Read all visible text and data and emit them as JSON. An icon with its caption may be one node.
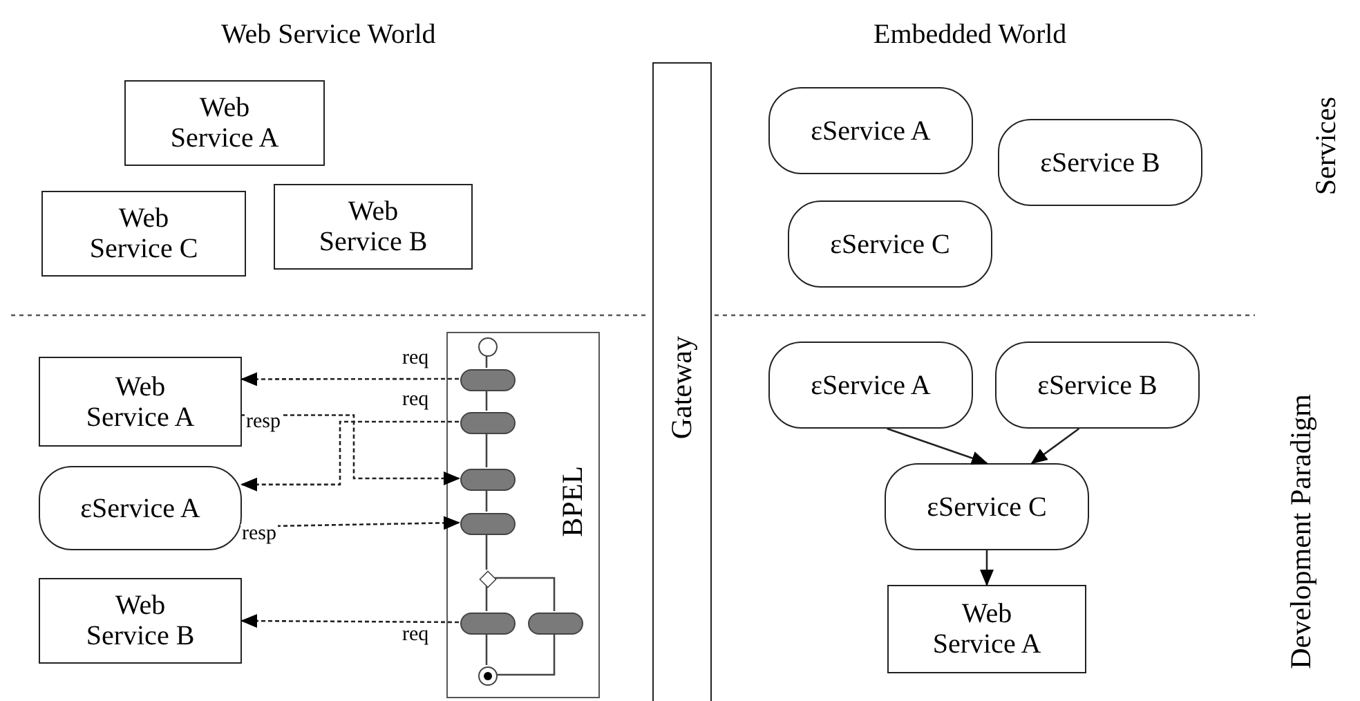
{
  "diagram": {
    "nodes": [
      {
        "text": [
          "Web Service A"
        ]
      },
      {
        "text": [
          "Web Service C"
        ]
      },
      {
        "text": [
          "Web Service B"
        ]
      },
      {
        "text": [
          "Gateway"
        ]
      },
      {
        "text": [
          "εService A"
        ]
      },
      {
        "text": [
          "εService B"
        ]
      },
      {
        "text": [
          "εService C"
        ]
      },
      {
        "text": [
          "Web Service A"
        ]
      },
      {
        "text": [
          "εService A"
        ]
      },
      {
        "text": [
          "Web Service B"
        ]
      },
      {
        "text": [
          "BPEL"
        ]
      },
      {
        "text": [],
        "shape": "circle",
        "in": 10
      },
      {
        "text": [],
        "shape": "box",
        "in": 10
      },
      {
        "text": [],
        "shape": "box",
        "in": 10
      },
      {
        "text": [],
        "shape": "box",
        "in": 10
      },
      {
        "text": [],
        "shape": "box",
        "in": 10
      },
      {
        "text": [],
        "shape": "diamond",
        "in": 10
      },
      {
        "text": [],
        "shape": "box",
        "in": 10
      },
      {
        "text": [],
        "shape": "box",
        "in": 10
      },
      {
        "text": [],
        "shape": "circle",
        "in": 10
      },
      {
        "text": [
          "εService A"
        ]
      },
      {
        "text": [
          "εService B"
        ]
      },
      {
        "text": [
          "εService C"
        ]
      },
      {
        "text": [
          "Web Service A"
        ]
      }
    ],
    "edges": [
      {
        "from": 12,
        "to": 7,
        "arrow": "to",
        "label": "req",
        "style": "dashed"
      },
      {
        "from": 13,
        "to": 8,
        "arrow": "to",
        "label": "req",
        "style": "dashed"
      },
      {
        "from": 7,
        "to": 14,
        "arrow": "to",
        "label": "resp",
        "style": "dashed"
      },
      {
        "from": 8,
        "to": 15,
        "arrow": "to",
        "label": "resp",
        "style": "dashed"
      },
      {
        "from": 17,
        "to": 9,
        "arrow": "to",
        "label": "req",
        "style": "dashed"
      },
      {
        "from": 11,
        "to": 12,
        "arrow": "none"
      },
      {
        "from": 12,
        "to": 13,
        "arrow": "none"
      },
      {
        "from": 13,
        "to": 14,
        "arrow": "none"
      },
      {
        "from": 14,
        "to": 15,
        "arrow": "none"
      },
      {
        "from": 15,
        "to": 16,
        "arrow": "none"
      },
      {
        "from": 16,
        "to": 17,
        "arrow": "none"
      },
      {
        "from": 17,
        "to": 19,
        "arrow": "none"
      },
      {
        "from": 16,
        "to": 18,
        "arrow": "none"
      },
      {
        "from": 18,
        "to": 19,
        "arrow": "none"
      },
      {
        "from": 20,
        "to": 22,
        "arrow": "to"
      },
      {
        "from": 21,
        "to": 22,
        "arrow": "to"
      },
      {
        "from": 22,
        "to": 23,
        "arrow": "to"
      }
    ],
    "labels": [
      "Web Service World",
      "Embedded World",
      "Services",
      "Development Paradigm"
    ]
  }
}
